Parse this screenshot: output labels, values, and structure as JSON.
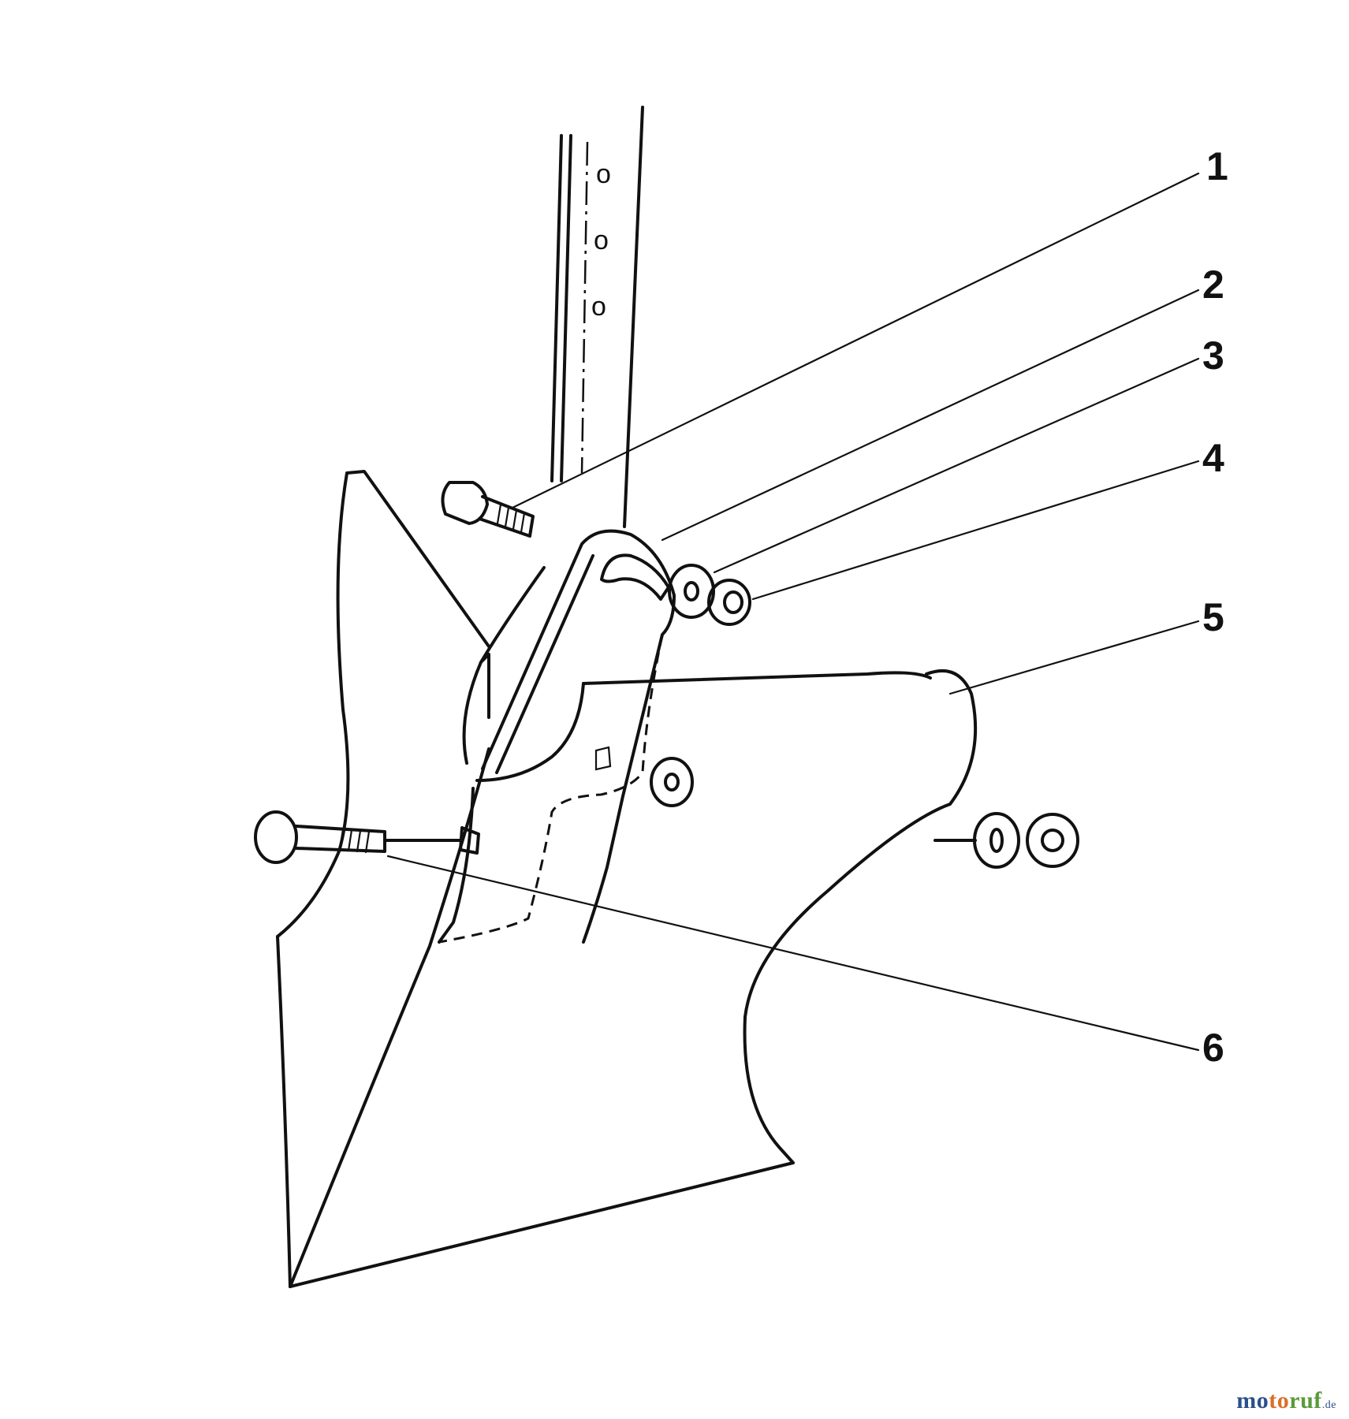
{
  "callouts": [
    {
      "id": "1",
      "label": "1"
    },
    {
      "id": "2",
      "label": "2"
    },
    {
      "id": "3",
      "label": "3"
    },
    {
      "id": "4",
      "label": "4"
    },
    {
      "id": "5",
      "label": "5"
    },
    {
      "id": "6",
      "label": "6"
    }
  ],
  "watermark": {
    "part1": "mo",
    "part2": "to",
    "part3": "ruf",
    "suffix": ".de",
    "full": "motoruf.de"
  }
}
